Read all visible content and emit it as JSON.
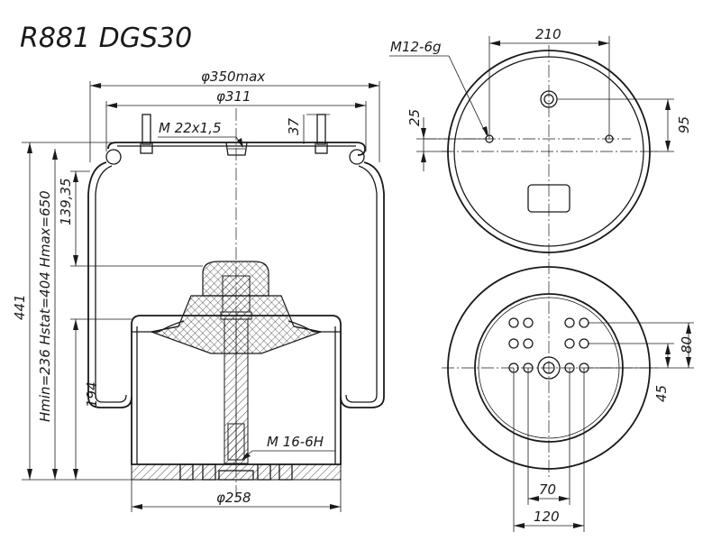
{
  "title": "R881 DGS30",
  "dims": {
    "d350": "φ350max",
    "d311": "φ311",
    "thread_top": "M 22x1,5",
    "h37": "37",
    "h139": "139,35",
    "heights": "Hmin=236 Hstat=404 Hmax=650",
    "h441": "441",
    "h194": "194",
    "thread_bottom": "M 16-6H",
    "d258": "φ258",
    "w210": "210",
    "m12": "M12-6g",
    "h25": "25",
    "h95": "95",
    "h80": "80",
    "h45": "45",
    "w70": "70",
    "w120": "120"
  }
}
